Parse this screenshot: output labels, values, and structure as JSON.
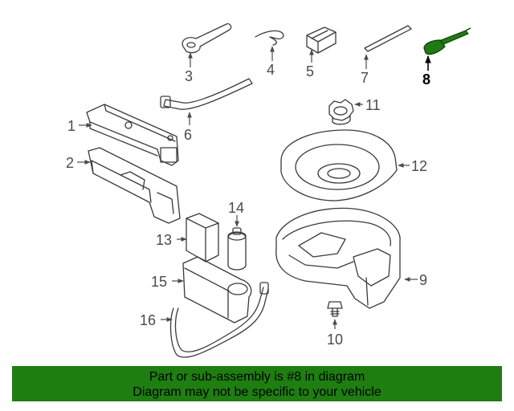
{
  "callouts": {
    "c1": "1",
    "c2": "2",
    "c3": "3",
    "c4": "4",
    "c5": "5",
    "c6": "6",
    "c7": "7",
    "c8": "8",
    "c9": "9",
    "c10": "10",
    "c11": "11",
    "c12": "12",
    "c13": "13",
    "c14": "14",
    "c15": "15",
    "c16": "16"
  },
  "highlight": {
    "part_number": "8",
    "color": "#1f7a14"
  },
  "banner": {
    "line1": "Part or sub-assembly is #8 in diagram",
    "line2": "Diagram may not be specific to your vehicle",
    "background": "#1e7e10"
  }
}
